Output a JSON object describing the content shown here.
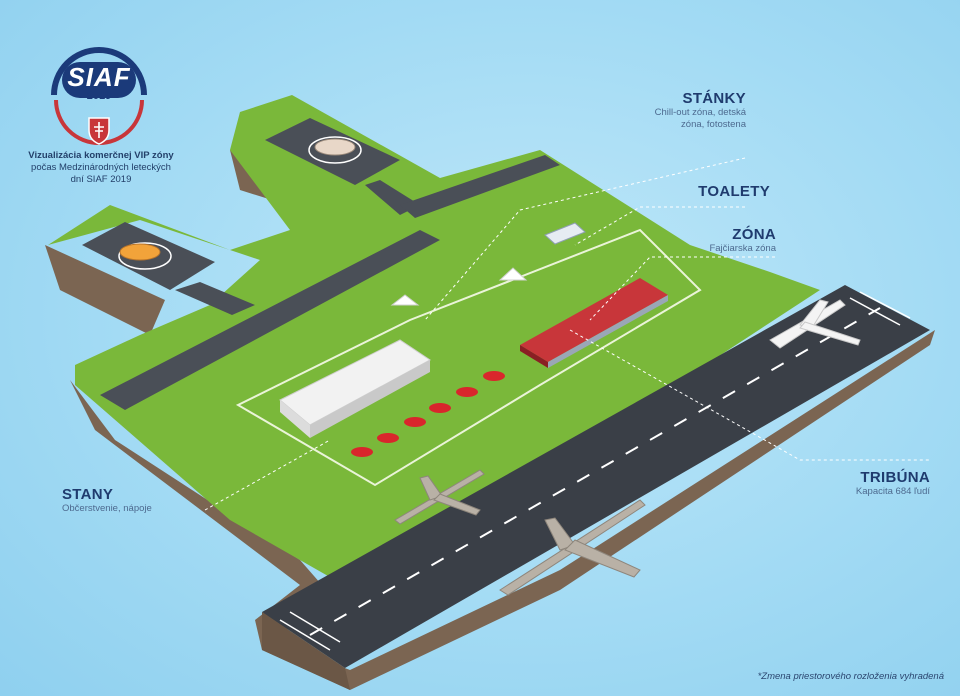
{
  "logo": {
    "name": "SIAF",
    "year": "2019"
  },
  "intro": {
    "title": "Vizualizácia komerčnej VIP zóny",
    "line2": "počas Medzinárodných leteckých",
    "line3": "dní SIAF 2019"
  },
  "labels": {
    "stanky": {
      "title": "STÁNKY",
      "sub1": "Chill-out zóna, detská",
      "sub2": "zóna, fotostena"
    },
    "toalety": {
      "title": "TOALETY"
    },
    "zona": {
      "title": "ZÓNA",
      "sub1": "Fajčiarska zóna"
    },
    "tribuna": {
      "title": "TRIBÚNA",
      "sub1": "Kapacita 684 ľudí"
    },
    "stany": {
      "title": "STANY",
      "sub1": "Občerstvenie, nápoje"
    }
  },
  "footnote": "*Zmena priestorového rozloženia vyhradená",
  "colors": {
    "sky": "#a3dbf4",
    "grass": "#7ab83a",
    "grass_dark": "#5a8f26",
    "runway": "#3a3f47",
    "earth": "#7b6552",
    "navy": "#1f3b6e",
    "seat_red": "#c8363a",
    "umbrella_red": "#d9262c"
  },
  "icons": [
    "helicopter-icon",
    "airliner-icon",
    "fighter-jet-icon",
    "tent-icon",
    "umbrella-icon",
    "toilet-container-icon",
    "grandstand-icon",
    "flag-icon",
    "slovak-emblem-icon"
  ]
}
